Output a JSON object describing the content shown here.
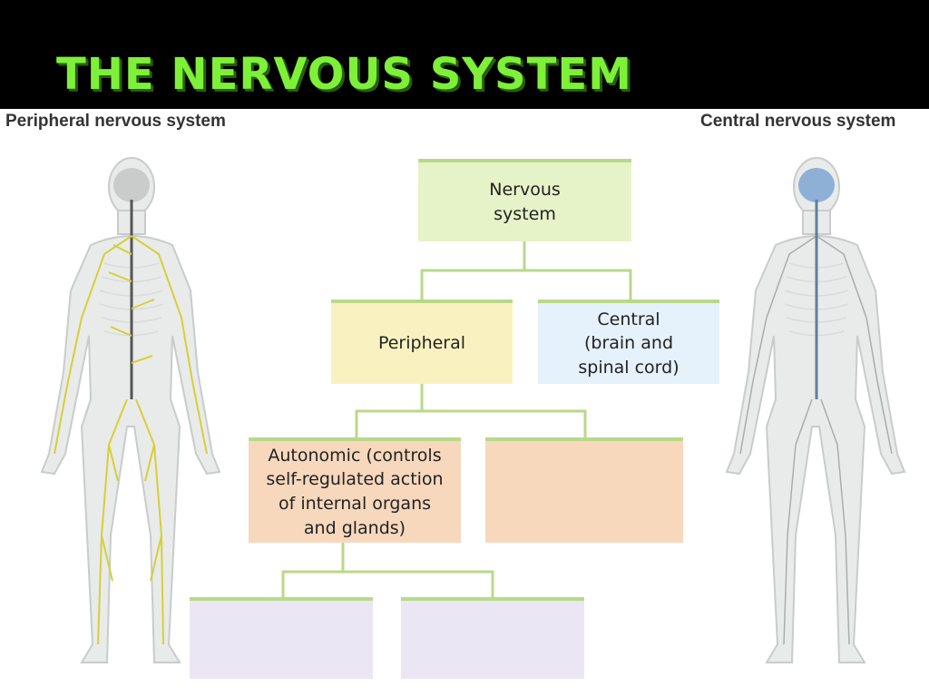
{
  "slide": {
    "title": "THE NERVOUS SYSTEM",
    "left_label": "Peripheral nervous system",
    "right_label": "Central nervous system"
  },
  "diagram": {
    "nervous_system": "Nervous\nsystem",
    "peripheral": "Peripheral",
    "central": "Central\n(brain and\nspinal cord)",
    "autonomic": "Autonomic (controls\nself-regulated action\nof internal organs\nand glands)",
    "blank_right_mid": "",
    "blank_left_bottom": "",
    "blank_right_bottom": ""
  },
  "colors": {
    "title_green": "#7ef03a",
    "connector": "#b8d98a",
    "box_green": "#e6f2c8",
    "box_yellow": "#f9f2c0",
    "box_blue": "#e5f1fb",
    "box_peach": "#f7d8bd",
    "box_lavender": "#ebe6f4",
    "nerves_yellow": "#d6cf3a",
    "brain_blue": "#8fb0d6"
  }
}
